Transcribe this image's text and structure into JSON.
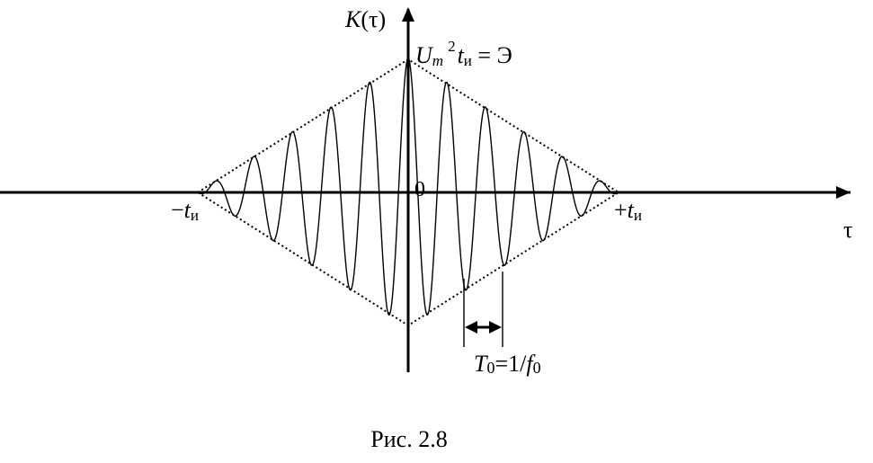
{
  "figure": {
    "y_axis_label": {
      "main": "K",
      "arg": "(τ)"
    },
    "x_axis_label": "τ",
    "origin_label": "0",
    "peak_label": {
      "U": "U",
      "m": "m",
      "sq": "2",
      "t": "t",
      "sub": "и",
      "eq": " = Э"
    },
    "left_bound_label": {
      "sign": "−",
      "t": "t",
      "sub": "и"
    },
    "right_bound_label": {
      "sign": "+",
      "t": "t",
      "sub": "и"
    },
    "period_label": {
      "T": "T",
      "zero": "0",
      "eq": "=1/",
      "f": "f",
      "zero2": "0"
    }
  },
  "caption": "Рис. 2.8",
  "colors": {
    "ink": "#000000",
    "background": "#ffffff"
  }
}
